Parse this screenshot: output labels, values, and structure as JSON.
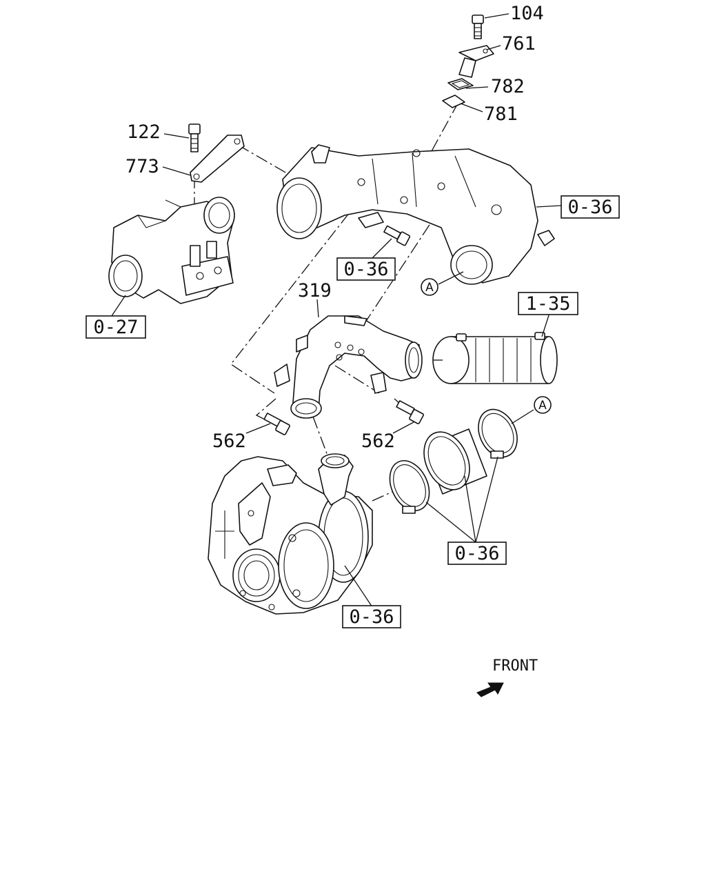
{
  "diagram": {
    "part_numbers": {
      "p104": "104",
      "p761": "761",
      "p782": "782",
      "p781": "781",
      "p122": "122",
      "p773": "773",
      "p319": "319",
      "p562_left": "562",
      "p562_right": "562"
    },
    "references": {
      "ref_manifold": "0-36",
      "ref_bolt": "0-36",
      "ref_throttle": "0-27",
      "ref_hose": "1-35",
      "ref_clamps": "0-36",
      "ref_turbo": "0-36"
    },
    "markers": {
      "a_manifold": "A",
      "a_clamp": "A"
    },
    "direction": {
      "label": "FRONT"
    }
  }
}
